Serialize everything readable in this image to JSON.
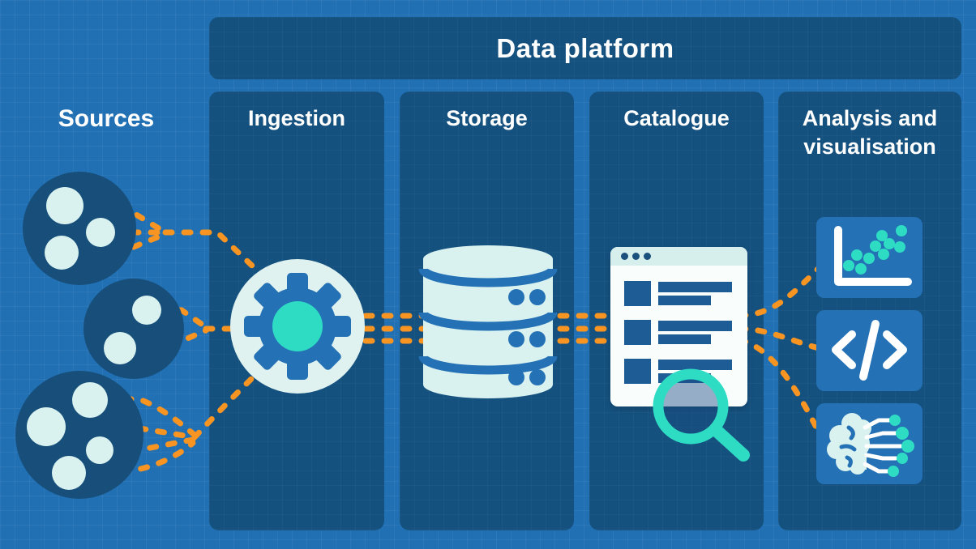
{
  "header": {
    "label": "Data platform"
  },
  "sources": {
    "label": "Sources",
    "cluster_count": 3
  },
  "columns": [
    {
      "label": "Ingestion",
      "icon": "gear-icon"
    },
    {
      "label": "Storage",
      "icon": "database-icon"
    },
    {
      "label": "Catalogue",
      "icon": "catalogue-window-icon magnifier-icon"
    },
    {
      "label": "Analysis and visualisation",
      "icon": "scatter-chart-icon code-icon ml-brain-icon"
    }
  ],
  "flow": [
    "Sources → Ingestion",
    "Ingestion → Storage",
    "Storage → Catalogue",
    "Catalogue → Analysis and visualisation"
  ],
  "colors": {
    "background": "#2170b3",
    "panel": "#15517f",
    "connector_orange": "#f79422",
    "mint": "#d9f2f0",
    "teal": "#2edcc4",
    "icon_blue": "#2471b5",
    "navy": "#1d5c95",
    "text": "#ffffff"
  }
}
